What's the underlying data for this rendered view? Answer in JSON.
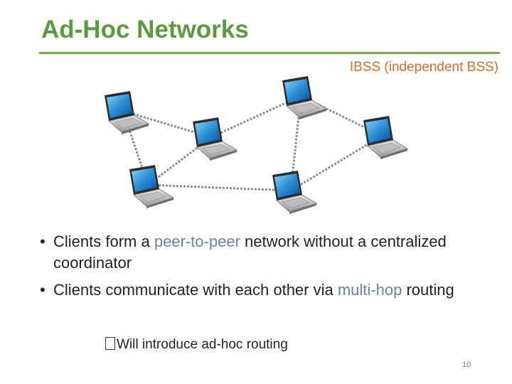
{
  "slide": {
    "title": "Ad-Hoc Networks",
    "subtitle": "IBSS (independent BSS)",
    "bullets": [
      {
        "prefix": "Clients form a ",
        "highlight": "peer-to-peer",
        "suffix": " network without a centralized coordinator"
      },
      {
        "prefix": "Clients communicate with each other via ",
        "highlight": "multi-hop",
        "suffix": " routing"
      }
    ],
    "sub_bullet": "Will introduce ad-hoc routing",
    "page_number": "10",
    "colors": {
      "title": "#5b9a3e",
      "rule": "#7aac4b",
      "subtitle": "#d06f2c",
      "highlight": "#6b82a8"
    }
  },
  "diagram": {
    "nodes": [
      {
        "id": "laptop-1",
        "icon": "laptop-icon"
      },
      {
        "id": "laptop-2",
        "icon": "laptop-icon"
      },
      {
        "id": "laptop-3",
        "icon": "laptop-icon"
      },
      {
        "id": "laptop-4",
        "icon": "laptop-icon"
      },
      {
        "id": "laptop-5",
        "icon": "laptop-icon"
      },
      {
        "id": "laptop-6",
        "icon": "laptop-icon"
      }
    ],
    "links": [
      [
        "laptop-1",
        "laptop-3"
      ],
      [
        "laptop-3",
        "laptop-2"
      ],
      [
        "laptop-2",
        "laptop-4"
      ],
      [
        "laptop-3",
        "laptop-5"
      ],
      [
        "laptop-5",
        "laptop-6"
      ],
      [
        "laptop-2",
        "laptop-6"
      ],
      [
        "laptop-4",
        "laptop-6"
      ],
      [
        "laptop-1",
        "laptop-5"
      ]
    ]
  }
}
